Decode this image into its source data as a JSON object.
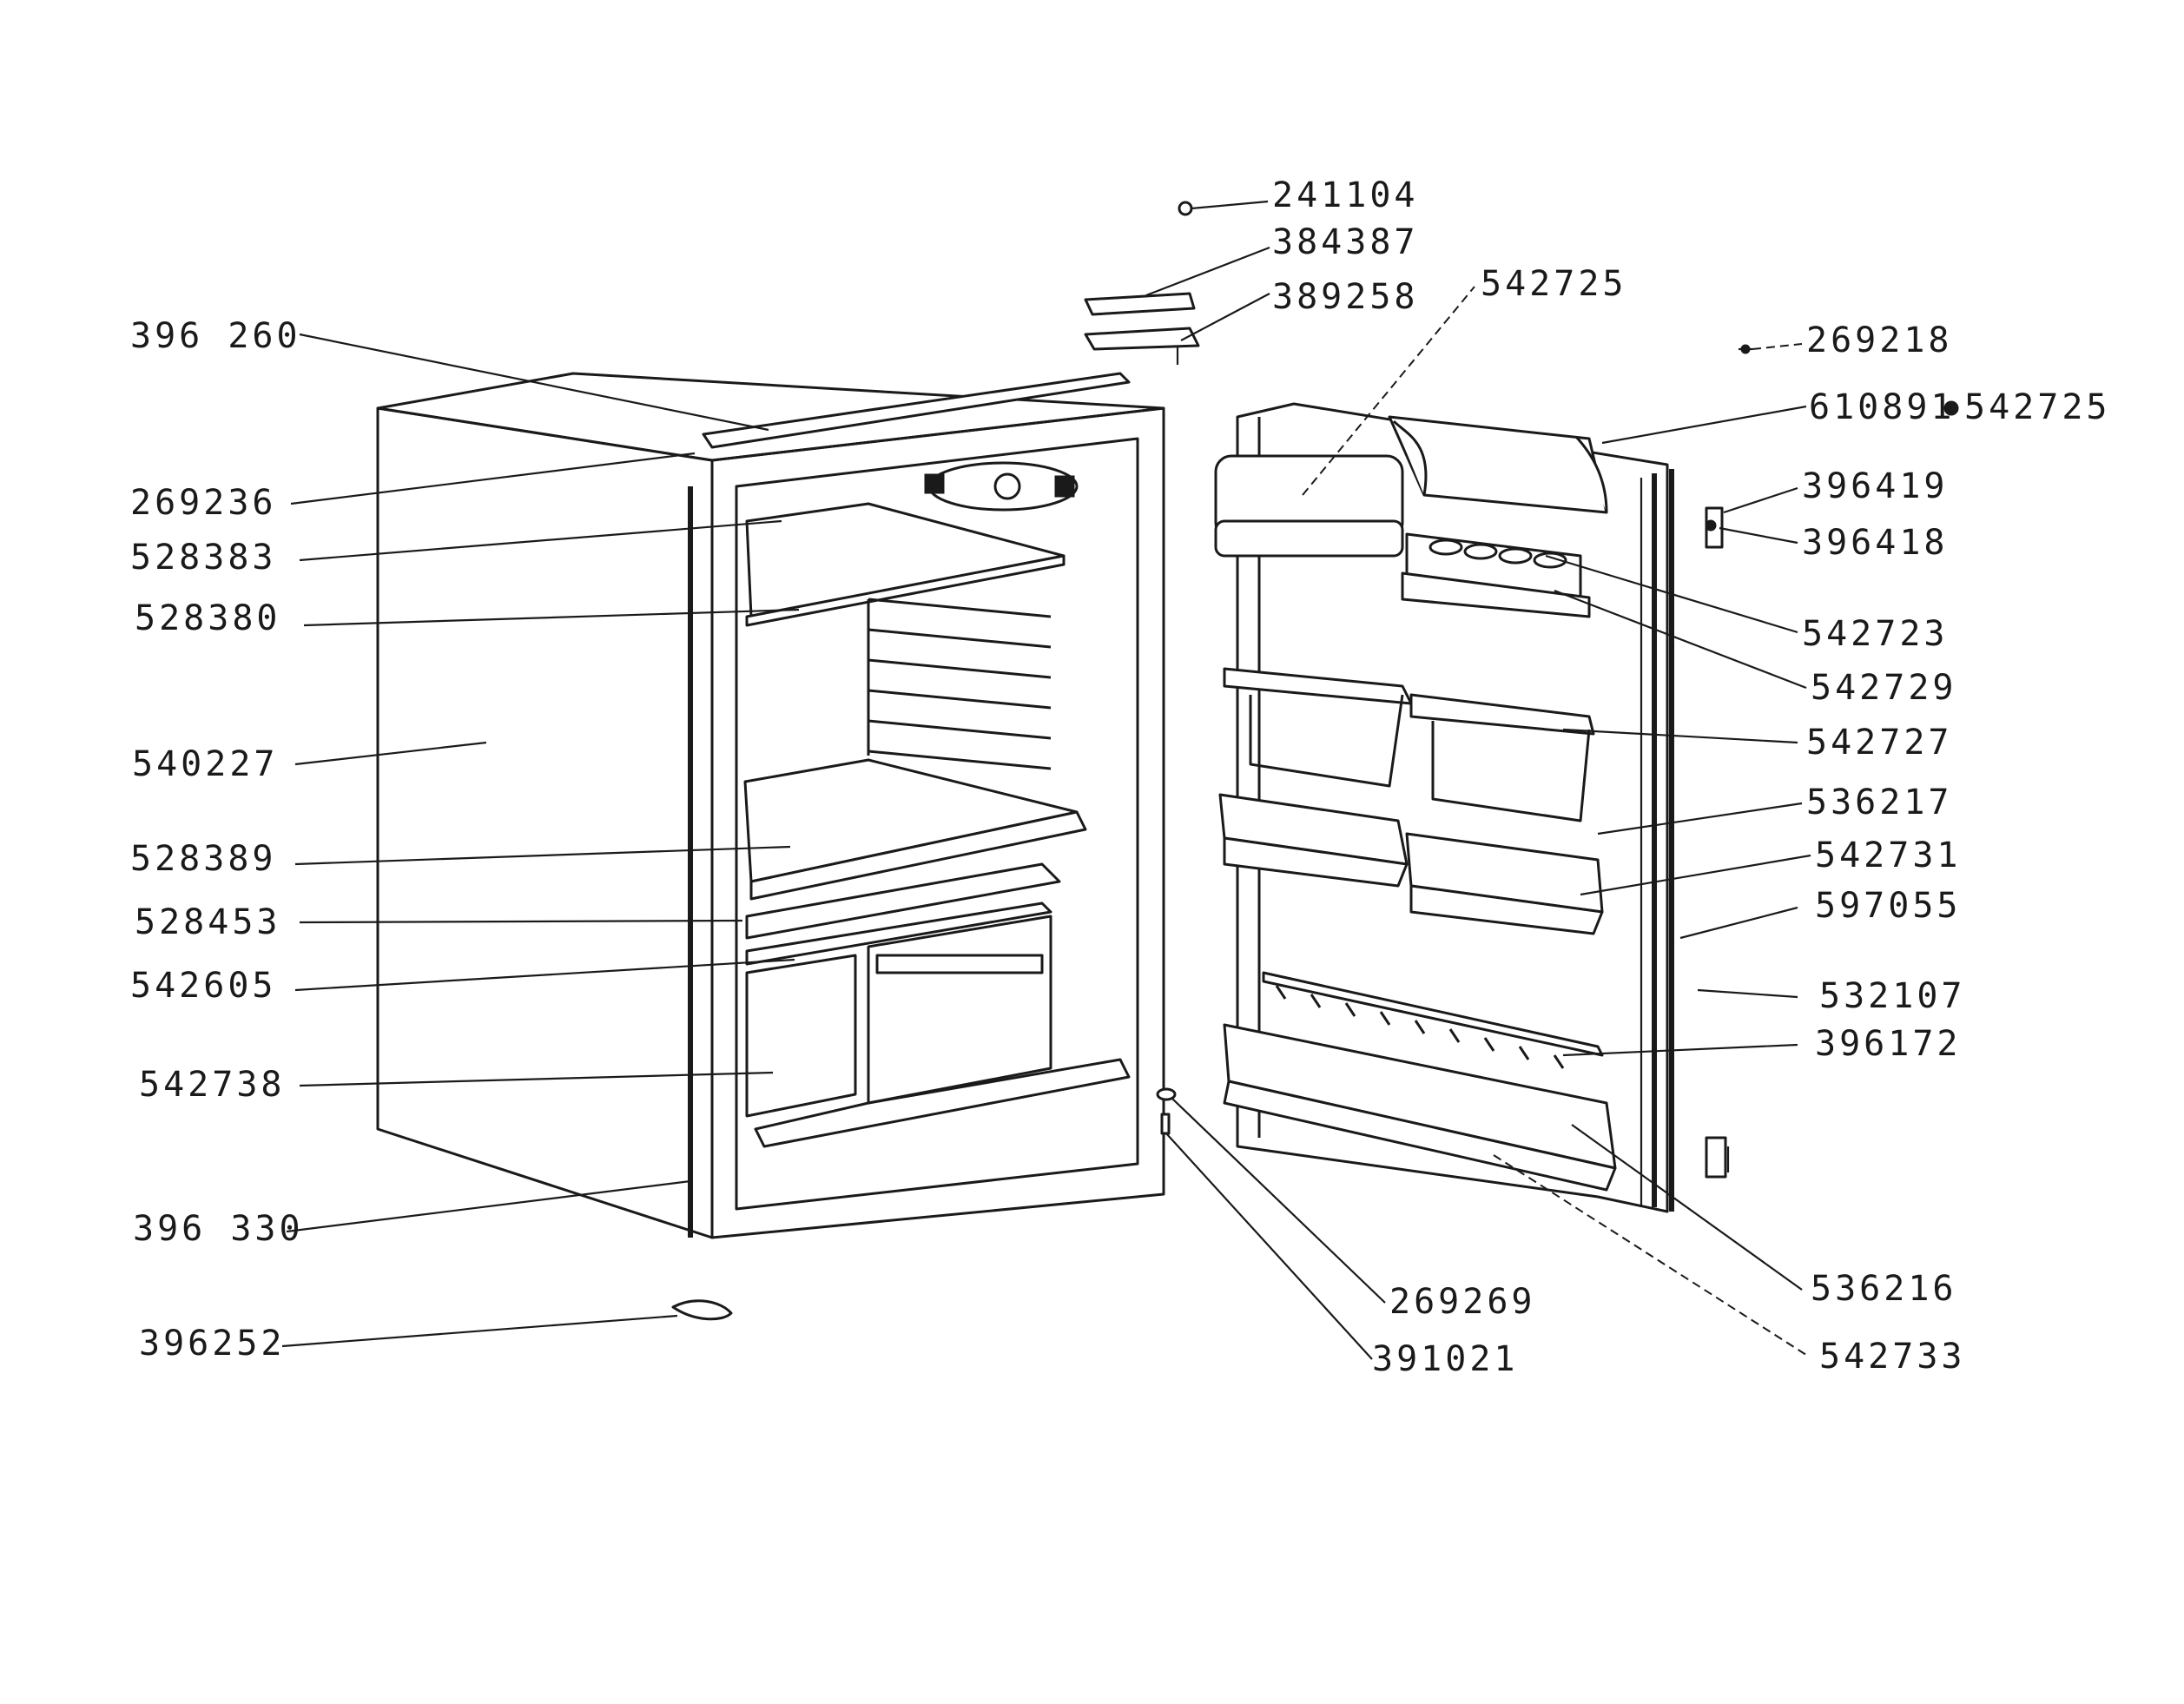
{
  "labels": {
    "l396260": "396 260",
    "l269236": "269236",
    "l528383": "528383",
    "l528380": "528380",
    "l540227": "540227",
    "l528389": "528389",
    "l528453": "528453",
    "l542605": "542605",
    "l542738": "542738",
    "l396330": "396 330",
    "l396252": "396252",
    "l241104": "241104",
    "l384387": "384387",
    "l389258": "389258",
    "l542725a": "542725",
    "l269218": "269218",
    "l610891": "610891",
    "l542725b": "542725",
    "l396419": "396419",
    "l396418": "396418",
    "l542723": "542723",
    "l542729": "542729",
    "l542727": "542727",
    "l536217": "536217",
    "l542731": "542731",
    "l597055": "597055",
    "l532107": "532107",
    "l396172": "396172",
    "l269269": "269269",
    "l391021": "391021",
    "l536216": "536216",
    "l542733": "542733"
  }
}
